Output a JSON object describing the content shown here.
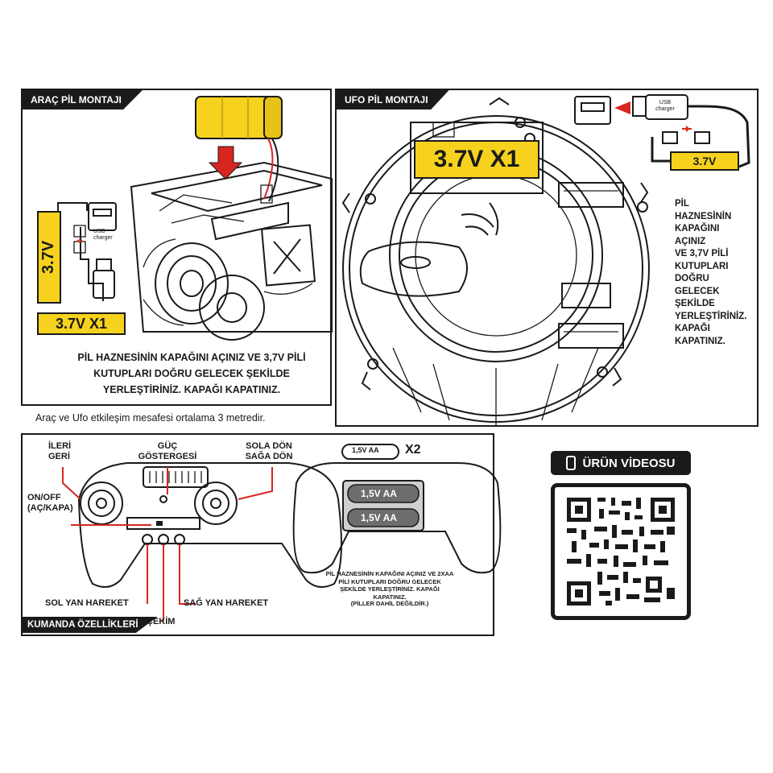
{
  "vehicle_panel": {
    "title": "ARAÇ PİL MONTAJI",
    "battery_side_label": "3.7V",
    "battery_label": "3.7V X1",
    "usb_label": "USB charger",
    "instruction": "PİL HAZNESİNİN KAPAĞINI AÇINIZ VE 3,7V PİLİ KUTUPLARI DOĞRU GELECEK ŞEKİLDE YERLEŞTİRİNİZ. KAPAĞI KAPATINIZ."
  },
  "distance_note": "Araç ve Ufo etkileşim mesafesi ortalama 3 metredir.",
  "ufo_panel": {
    "title": "UFO PİL MONTAJI",
    "battery_label": "3.7V X1",
    "usb_label": "USB charger",
    "cable_label": "3.7V",
    "instruction_lines": [
      "PİL",
      "HAZNESİNİN",
      "KAPAĞINI",
      "AÇINIZ",
      "VE 3,7V PİLİ",
      "KUTUPLARI",
      "DOĞRU",
      "GELECEK",
      "ŞEKİLDE",
      "YERLEŞTİRİNİZ.",
      "KAPAĞI",
      "KAPATINIZ."
    ]
  },
  "remote_panel": {
    "title": "KUMANDA ÖZELLİKLERİ",
    "labels": {
      "forward_back": [
        "İLERİ",
        "GERİ"
      ],
      "power_indicator": [
        "GÜÇ",
        "GÖSTERGESİ"
      ],
      "turn": [
        "SOLA DÖN",
        "SAĞA DÖN"
      ],
      "on_off": [
        "ON/OFF",
        "(AÇ/KAPA)"
      ],
      "left_side": "SOL YAN HAREKET",
      "right_side": "SAĞ YAN HAREKET",
      "shoot": "ÇEKİM"
    },
    "aa_battery_small": "1,5V AA",
    "aa_multiplier": "X2",
    "aa_battery_1": "1,5V AA",
    "aa_battery_2": "1,5V AA",
    "aa_instruction": "PİL HAZNESİNİN KAPAĞINI AÇINIZ VE 2XAA PİLİ KUTUPLARI DOĞRU GELECEK ŞEKİLDE YERLEŞTİRİNİZ. KAPAĞI KAPATINIZ.",
    "aa_note": "(PİLLER DAHİL DEĞİLDİR.)"
  },
  "video": {
    "title": "ÜRÜN VİDEOSU"
  },
  "colors": {
    "accent_yellow": "#f6d21e",
    "arrow_red": "#d8261f",
    "ink": "#1a1a1a"
  }
}
